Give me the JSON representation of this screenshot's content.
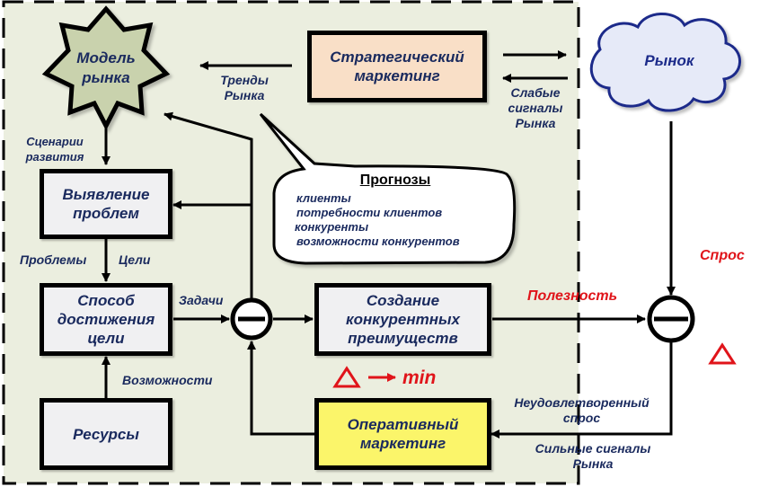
{
  "diagram": {
    "colors": {
      "panel_bg": "#ebeedf",
      "text_blue": "#1a2a5e",
      "strategic_fill": "#f9dfc7",
      "operative_fill": "#fbf56a",
      "process_fill": "#f0f0f2",
      "star_fill": "#c9d2ad",
      "cloud_fill": "#e6eaf8",
      "cloud_stroke": "#1c2b8a",
      "accent_red": "#e0141a"
    },
    "nodes": {
      "market_model": "Модель\nрынка",
      "strategic_marketing": "Стратегический\nмаркетинг",
      "market": "Рынок",
      "problem_identification": "Выявление\nпроблем",
      "goal_method": "Способ\nдостижения\nцели",
      "resources": "Ресурсы",
      "competitive_advantages": "Создание\nконкурентных\nпреимуществ",
      "operative_marketing": "Оперативный\nмаркетинг"
    },
    "forecast_callout": {
      "title": "Прогнозы",
      "items": [
        "клиенты",
        "потребности клиентов",
        "конкуренты",
        "возможности конкурентов"
      ]
    },
    "labels": {
      "market_trends": "Тренды\nРынка",
      "weak_signals": "Слабые\nсигналы\nРынка",
      "development_scenarios": "Сценарии\nразвития",
      "problems": "Проблемы",
      "goals": "Цели",
      "tasks": "Задачи",
      "opportunities": "Возможности",
      "utility": "Полезность",
      "demand": "Спрос",
      "unsatisfied_demand": "Неудовлетворенный\nспрос",
      "strong_signals": "Сильные сигналы\nРынка",
      "delta_min": "min",
      "delta_symbol": "Δ"
    }
  }
}
